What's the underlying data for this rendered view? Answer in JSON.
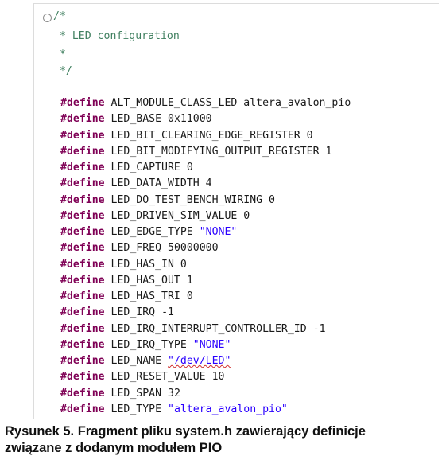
{
  "comment_block": {
    "open": "/*",
    "title": " * LED configuration",
    "blank": " *",
    "close": " */"
  },
  "define_keyword": "#define",
  "defines": [
    {
      "name": "ALT_MODULE_CLASS_LED",
      "value": "altera_avalon_pio",
      "value_type": "ident"
    },
    {
      "name": "LED_BASE",
      "value": "0x11000",
      "value_type": "num"
    },
    {
      "name": "LED_BIT_CLEARING_EDGE_REGISTER",
      "value": "0",
      "value_type": "num"
    },
    {
      "name": "LED_BIT_MODIFYING_OUTPUT_REGISTER",
      "value": "1",
      "value_type": "num"
    },
    {
      "name": "LED_CAPTURE",
      "value": "0",
      "value_type": "num"
    },
    {
      "name": "LED_DATA_WIDTH",
      "value": "4",
      "value_type": "num"
    },
    {
      "name": "LED_DO_TEST_BENCH_WIRING",
      "value": "0",
      "value_type": "num"
    },
    {
      "name": "LED_DRIVEN_SIM_VALUE",
      "value": "0",
      "value_type": "num"
    },
    {
      "name": "LED_EDGE_TYPE",
      "value": "\"NONE\"",
      "value_type": "str"
    },
    {
      "name": "LED_FREQ",
      "value": "50000000",
      "value_type": "num"
    },
    {
      "name": "LED_HAS_IN",
      "value": "0",
      "value_type": "num"
    },
    {
      "name": "LED_HAS_OUT",
      "value": "1",
      "value_type": "num"
    },
    {
      "name": "LED_HAS_TRI",
      "value": "0",
      "value_type": "num"
    },
    {
      "name": "LED_IRQ",
      "value": "-1",
      "value_type": "num"
    },
    {
      "name": "LED_IRQ_INTERRUPT_CONTROLLER_ID",
      "value": "-1",
      "value_type": "num"
    },
    {
      "name": "LED_IRQ_TYPE",
      "value": "\"NONE\"",
      "value_type": "str"
    },
    {
      "name": "LED_NAME",
      "value": "\"/dev/LED\"",
      "value_type": "str"
    },
    {
      "name": "LED_RESET_VALUE",
      "value": "10",
      "value_type": "num"
    },
    {
      "name": "LED_SPAN",
      "value": "32",
      "value_type": "num"
    },
    {
      "name": "LED_TYPE",
      "value": "\"altera_avalon_pio\"",
      "value_type": "str"
    }
  ],
  "colors": {
    "keyword": "#7f0055",
    "comment": "#3f7f5f",
    "string": "#2a00ff",
    "text": "#1a1a1a"
  },
  "caption": {
    "line1": "Rysunek 5. Fragment pliku system.h zawierający definicje",
    "line2": "związane z dodanym modułem PIO"
  }
}
